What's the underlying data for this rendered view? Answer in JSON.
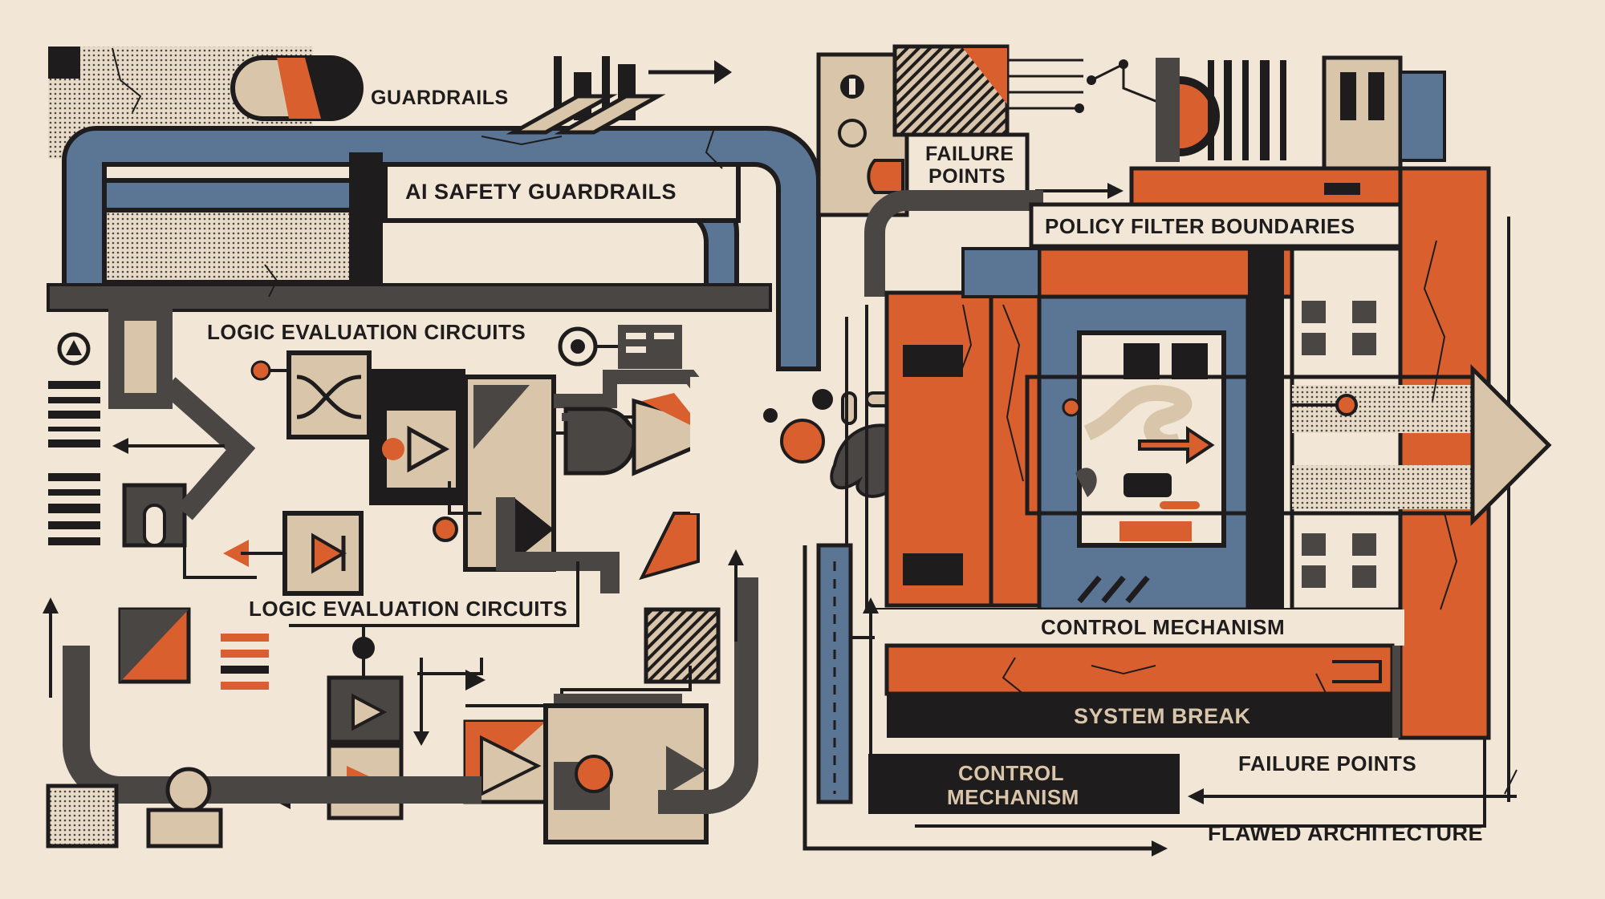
{
  "labels": {
    "guardrails": "GUARDRAILS",
    "ai_safety_guardrails": "AI SAFETY GUARDRAILS",
    "failure_points_top_line1": "FAILURE",
    "failure_points_top_line2": "POINTS",
    "policy_filter_boundaries": "POLICY FILTER BOUNDARIES",
    "logic_evaluation_circuits_top": "LOGIC EVALUATION CIRCUITS",
    "logic_evaluation_circuits_bottom": "LOGIC EVALUATION CIRCUITS",
    "control_mechanism_right": "CONTROL MECHANISM",
    "system_break": "SYSTEM BREAK",
    "control_mechanism_box_line1": "CONTROL",
    "control_mechanism_box_line2": "MECHANISM",
    "failure_points_bottom": "FAILURE POINTS",
    "flawed_architecture": "FLAWED ARCHITECTURE"
  },
  "colors": {
    "background": "#f2e6d6",
    "ink": "#1e1c1c",
    "charcoal": "#4a4644",
    "slate_blue": "#5b7594",
    "rust_orange": "#d9602e",
    "tan": "#d9c6aa"
  }
}
